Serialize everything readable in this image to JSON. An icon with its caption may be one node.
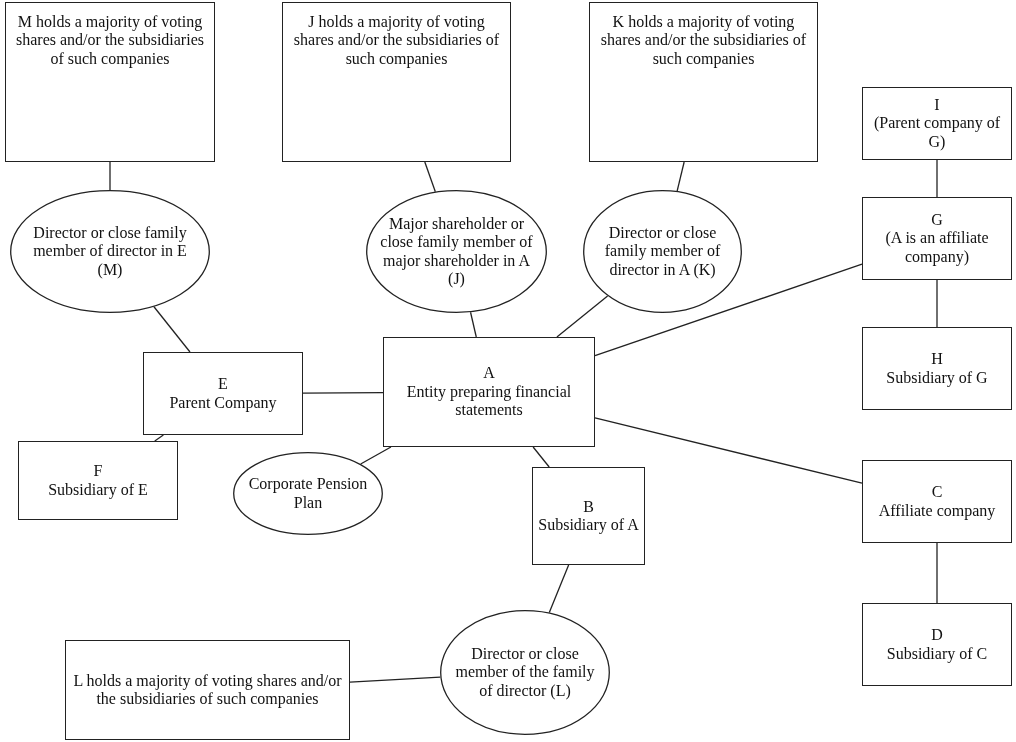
{
  "diagram": {
    "nodes": [
      {
        "text": [
          "M holds a majority of voting shares and/or the subsidiaries of such companies"
        ]
      },
      {
        "text": [
          "J holds a majority of voting shares and/or the subsidiaries of such companies"
        ]
      },
      {
        "text": [
          "K holds a majority of voting shares and/or the subsidiaries of such companies"
        ]
      },
      {
        "text": [
          "I",
          "(Parent company of G)"
        ]
      },
      {
        "text": [
          "Director or close family member of director in E (M)"
        ]
      },
      {
        "text": [
          "Major shareholder or close family member of major shareholder in A (J)"
        ]
      },
      {
        "text": [
          "Director or close family member of director in A (K)"
        ]
      },
      {
        "text": [
          "G",
          "(A is an affiliate company)"
        ]
      },
      {
        "text": [
          "E",
          "Parent Company"
        ]
      },
      {
        "text": [
          "A",
          "Entity preparing financial statements"
        ]
      },
      {
        "text": [
          "H",
          "Subsidiary of G"
        ]
      },
      {
        "text": [
          "F",
          "Subsidiary of E"
        ]
      },
      {
        "text": [
          "Corporate Pension Plan"
        ]
      },
      {
        "text": [
          "B",
          "Subsidiary of A"
        ]
      },
      {
        "text": [
          "C",
          "Affiliate company"
        ]
      },
      {
        "text": [
          "Director or close member of the family of director (L)"
        ]
      },
      {
        "text": [
          "L holds a majority of voting shares and/or the subsidiaries of such companies"
        ]
      },
      {
        "text": [
          "D",
          "Subsidiary of C"
        ]
      }
    ],
    "edges": [
      {
        "from": 0,
        "to": 4,
        "arrow": "none"
      },
      {
        "from": 1,
        "to": 5,
        "arrow": "none"
      },
      {
        "from": 2,
        "to": 6,
        "arrow": "none"
      },
      {
        "from": 3,
        "to": 7,
        "arrow": "none"
      },
      {
        "from": 7,
        "to": 10,
        "arrow": "none"
      },
      {
        "from": 4,
        "to": 8,
        "arrow": "none"
      },
      {
        "from": 5,
        "to": 9,
        "arrow": "none"
      },
      {
        "from": 6,
        "to": 9,
        "arrow": "none"
      },
      {
        "from": 7,
        "to": 9,
        "arrow": "none"
      },
      {
        "from": 8,
        "to": 9,
        "arrow": "none"
      },
      {
        "from": 8,
        "to": 11,
        "arrow": "none"
      },
      {
        "from": 9,
        "to": 12,
        "arrow": "none"
      },
      {
        "from": 9,
        "to": 13,
        "arrow": "none"
      },
      {
        "from": 9,
        "to": 14,
        "arrow": "none"
      },
      {
        "from": 14,
        "to": 17,
        "arrow": "none"
      },
      {
        "from": 13,
        "to": 15,
        "arrow": "none"
      },
      {
        "from": 15,
        "to": 16,
        "arrow": "none"
      }
    ]
  }
}
